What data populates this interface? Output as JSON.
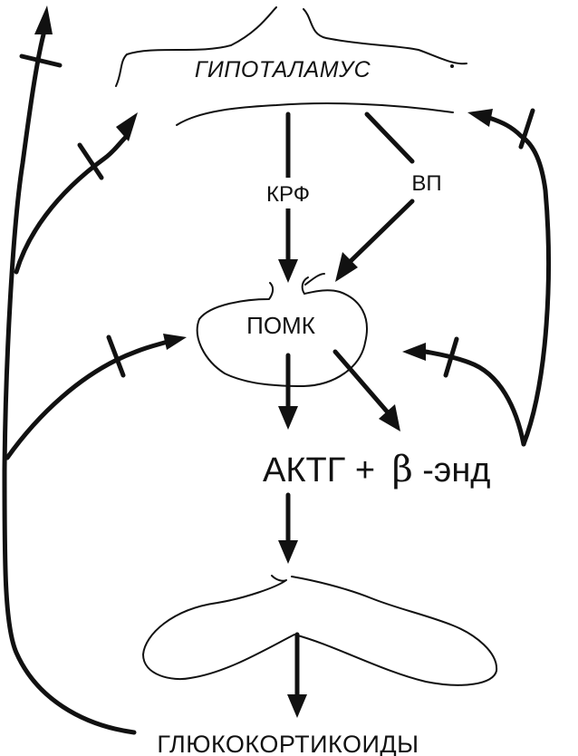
{
  "labels": {
    "hypothalamus": "ГИПОТАЛАМУС",
    "crf": "КРФ",
    "vp": "ВП",
    "pomc": "ПОМК",
    "acth": "АКТГ +",
    "beta_symbol": "β",
    "endorphin": "-энд",
    "glucocorticoids": "ГЛЮКОКОРТИКОИДЫ"
  }
}
